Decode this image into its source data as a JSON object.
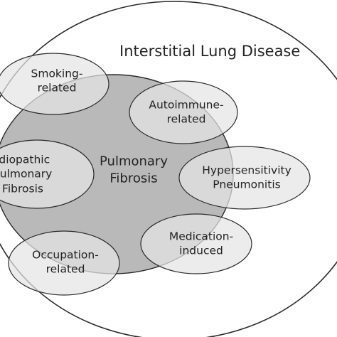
{
  "title": "Interstitial Lung Disease",
  "central": [
    "Pulmonary",
    "Fibrosis"
  ],
  "subtypes": {
    "smoking": [
      "Smoking-",
      "related"
    ],
    "autoimmune": [
      "Autoimmune-",
      "related"
    ],
    "idiopathic": [
      "Idiopathic",
      "Pulmonary",
      "Fibrosis"
    ],
    "hypersensitivity": [
      "Hypersensitivity",
      "Pneumonitis"
    ],
    "medication": [
      "Medication-",
      "induced"
    ],
    "occupation": [
      "Occupation-",
      "related"
    ]
  },
  "colors": {
    "outer_fill": "#ffffff",
    "central_fill": "#b9b9b9",
    "subtype_fill": "#e4e4e4",
    "stroke": "#2a2a2a"
  }
}
